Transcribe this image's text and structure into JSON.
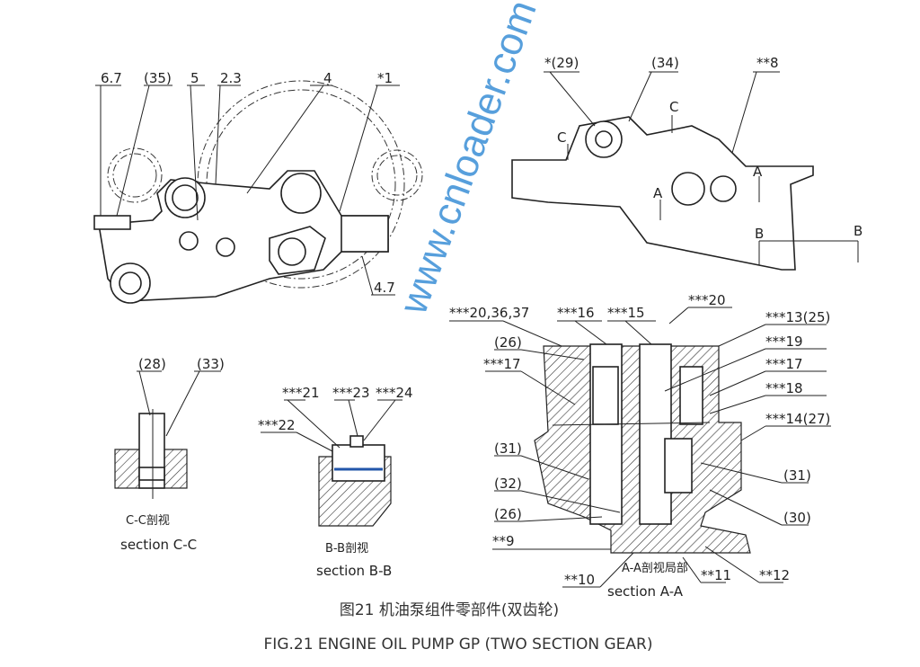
{
  "top_left_view": {
    "l_6_7": "6.7",
    "l_35": "(35)",
    "l_5": "5",
    "l_2_3": "2.3",
    "l_4": "4",
    "l_1": "*1",
    "l_4_7": "4.7"
  },
  "top_right_view": {
    "l_29": "*(29)",
    "l_34": "(34)",
    "l_8": "**8",
    "c1": "C",
    "c2": "C",
    "a1": "A",
    "a2": "A",
    "b1": "B",
    "b2": "B"
  },
  "section_cc": {
    "l_28": "(28)",
    "l_33": "(33)",
    "title_cn": "C-C剖视",
    "title_en": "section C-C"
  },
  "section_bb": {
    "l_21": "***21",
    "l_23": "***23",
    "l_24": "***24",
    "l_22": "***22",
    "title_cn": "B-B剖视",
    "title_en": "section B-B"
  },
  "section_aa": {
    "l_20_36_37": "***20,36,37",
    "l_16": "***16",
    "l_15": "***15",
    "l_20": "***20",
    "l_13_25": "***13(25)",
    "l_19": "***19",
    "l_17r": "***17",
    "l_18": "***18",
    "l_14_27": "***14(27)",
    "l_31r": "(31)",
    "l_30": "(30)",
    "l_12": "**12",
    "l_11": "**11",
    "l_10": "**10",
    "l_9": "**9",
    "l_26a": "(26)",
    "l_17l": "***17",
    "l_31l": "(31)",
    "l_32": "(32)",
    "l_26b": "(26)",
    "title_cn": "A-A剖视局部",
    "title_en": "section A-A"
  },
  "caption": {
    "cn": "图21 机油泵组件零部件(双齿轮)",
    "en": "FIG.21 ENGINE OIL PUMP GP (TWO SECTION GEAR)"
  },
  "watermark": "www.cnloader.com"
}
